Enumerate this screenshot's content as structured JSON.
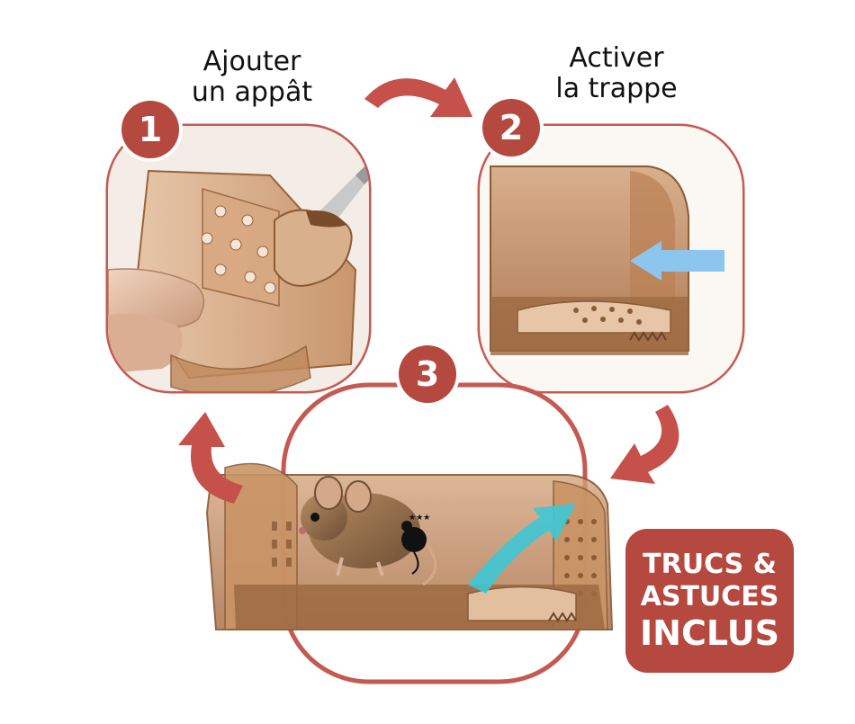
{
  "steps": [
    {
      "number": "1",
      "caption_line1": "Ajouter",
      "caption_line2": "un appât"
    },
    {
      "number": "2",
      "caption_line1": "Activer",
      "caption_line2": "la trappe"
    },
    {
      "number": "3"
    }
  ],
  "tips_badge": {
    "line1": "TRUCS &",
    "line2": "ASTUCES",
    "line3": "INCLUS"
  },
  "colors": {
    "accent": "#b5483f",
    "frame": "#c45a52",
    "arrow_cyan": "#3ec6d6",
    "arrow_blue": "#8cc6ee",
    "trap_amber": "#c08a5e"
  }
}
